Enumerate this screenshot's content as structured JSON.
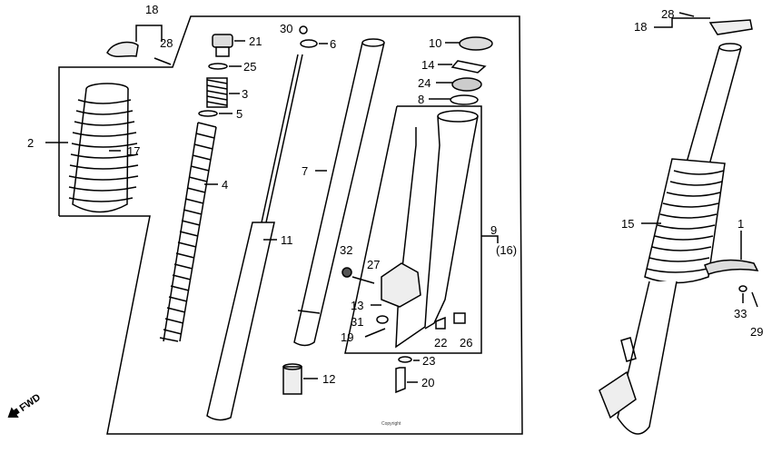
{
  "labels": {
    "p1": "1",
    "p2": "2",
    "p3": "3",
    "p4": "4",
    "p5": "5",
    "p6": "6",
    "p7": "7",
    "p8": "8",
    "p9": "9",
    "p9sub": "(16)",
    "p10": "10",
    "p11": "11",
    "p12": "12",
    "p13": "13",
    "p14": "14",
    "p15": "15",
    "p17": "17",
    "p18a": "18",
    "p18b": "18",
    "p19": "19",
    "p20": "20",
    "p21": "21",
    "p22": "22",
    "p23": "23",
    "p24": "24",
    "p25": "25",
    "p26": "26",
    "p27": "27",
    "p28a": "28",
    "p28b": "28",
    "p29": "29",
    "p30": "30",
    "p31": "31",
    "p32": "32",
    "p33": "33"
  },
  "direction": "FWD",
  "copyright": "Copyright"
}
